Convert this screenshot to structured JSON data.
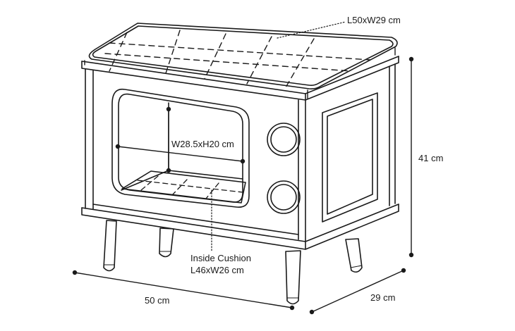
{
  "diagram": {
    "labels": {
      "top_cushion": "L50xW29 cm",
      "opening": "W28.5xH20 cm",
      "inside_cushion_line1": "Inside Cushion",
      "inside_cushion_line2": "L46xW26 cm",
      "height": "41 cm",
      "width": "50 cm",
      "depth": "29 cm"
    },
    "colors": {
      "stroke": "#1a1a1a",
      "background": "#ffffff",
      "text": "#1a1a1a"
    }
  }
}
